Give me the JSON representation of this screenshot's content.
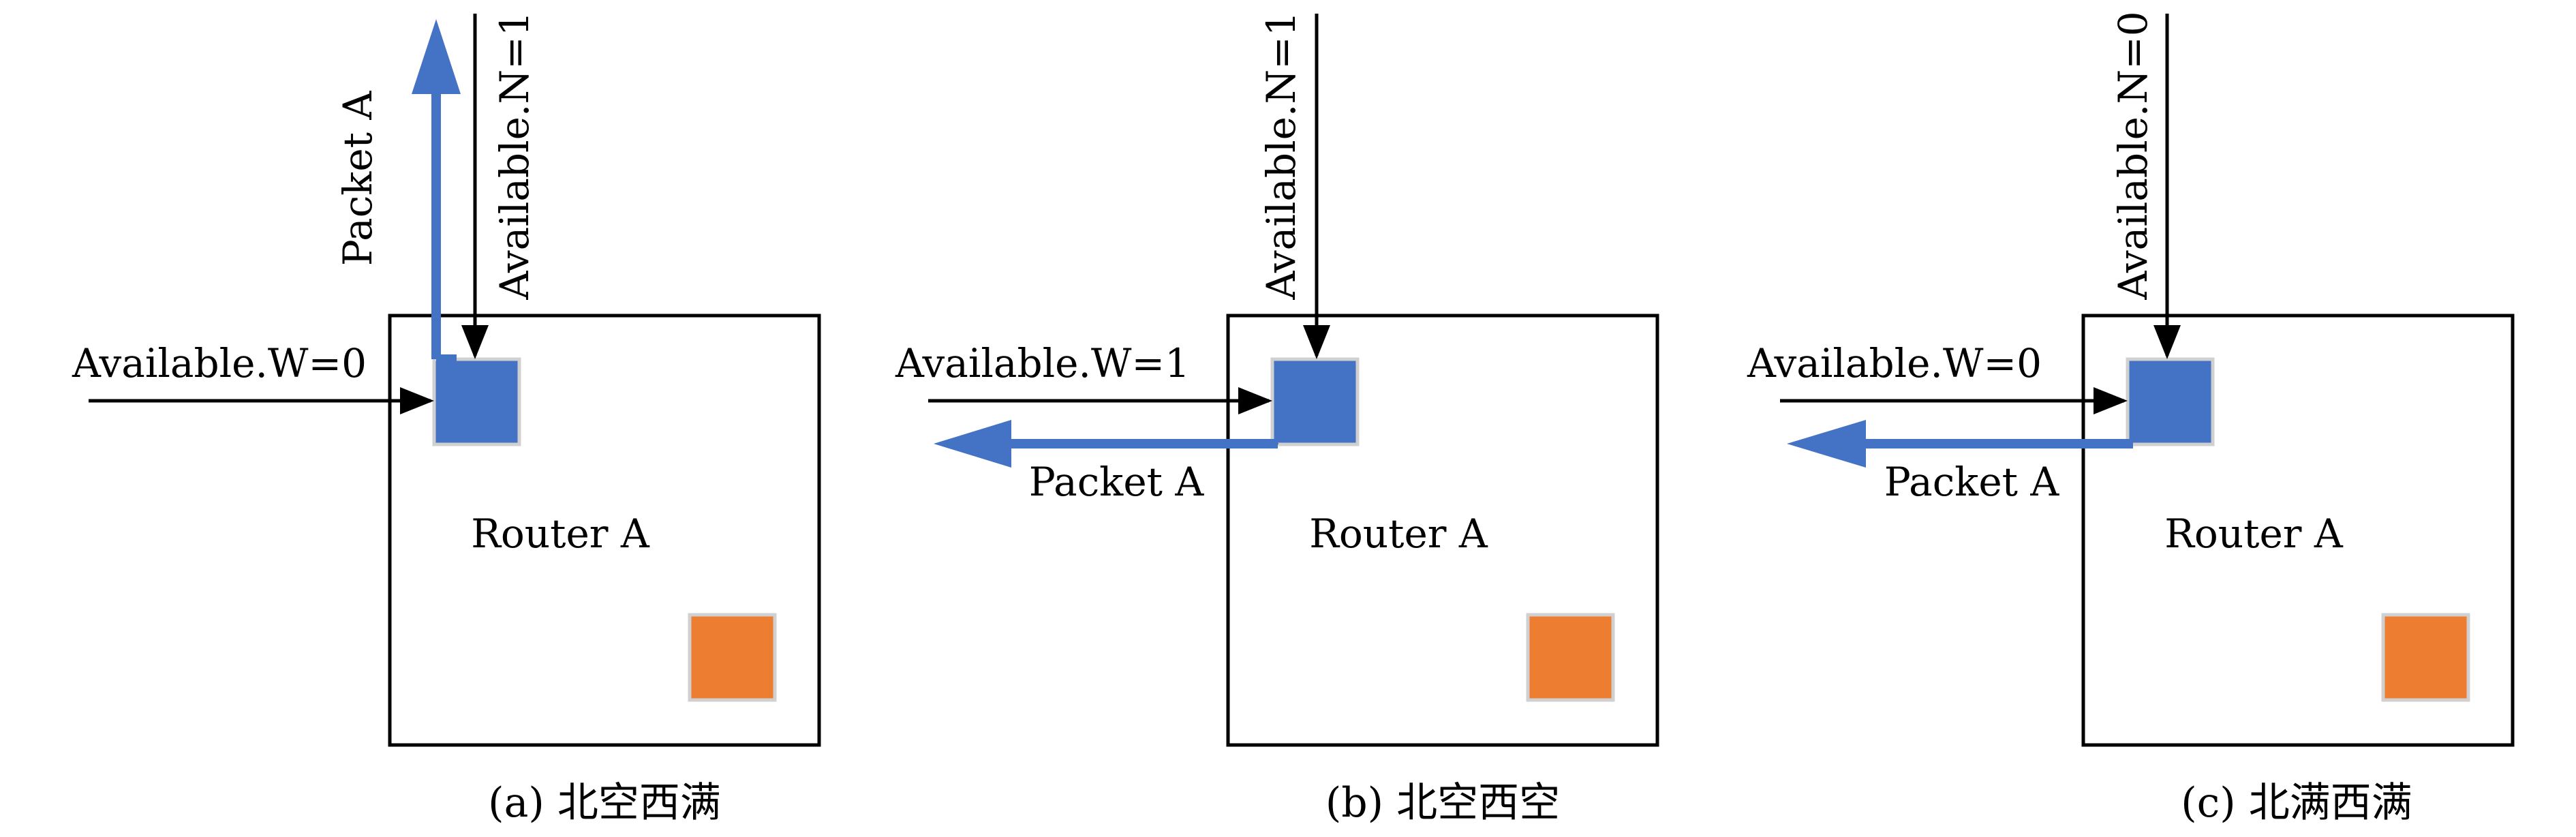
{
  "colors": {
    "packet_blue": "#4472C4",
    "node_orange": "#ED7D31",
    "stroke": "#000000",
    "square_border": "#D0D0D0"
  },
  "panels": [
    {
      "router_label": "Router A",
      "north_label": "Available.N=1",
      "west_label": "Available.W=0",
      "packet_label": "Packet A",
      "packet_direction": "north",
      "caption": "(a) 北空西满"
    },
    {
      "router_label": "Router A",
      "north_label": "Available.N=1",
      "west_label": "Available.W=1",
      "packet_label": "Packet A",
      "packet_direction": "west",
      "caption": "(b) 北空西空"
    },
    {
      "router_label": "Router A",
      "north_label": "Available.N=0",
      "west_label": "Available.W=0",
      "packet_label": "Packet A",
      "packet_direction": "west",
      "caption": "(c) 北满西满"
    }
  ]
}
